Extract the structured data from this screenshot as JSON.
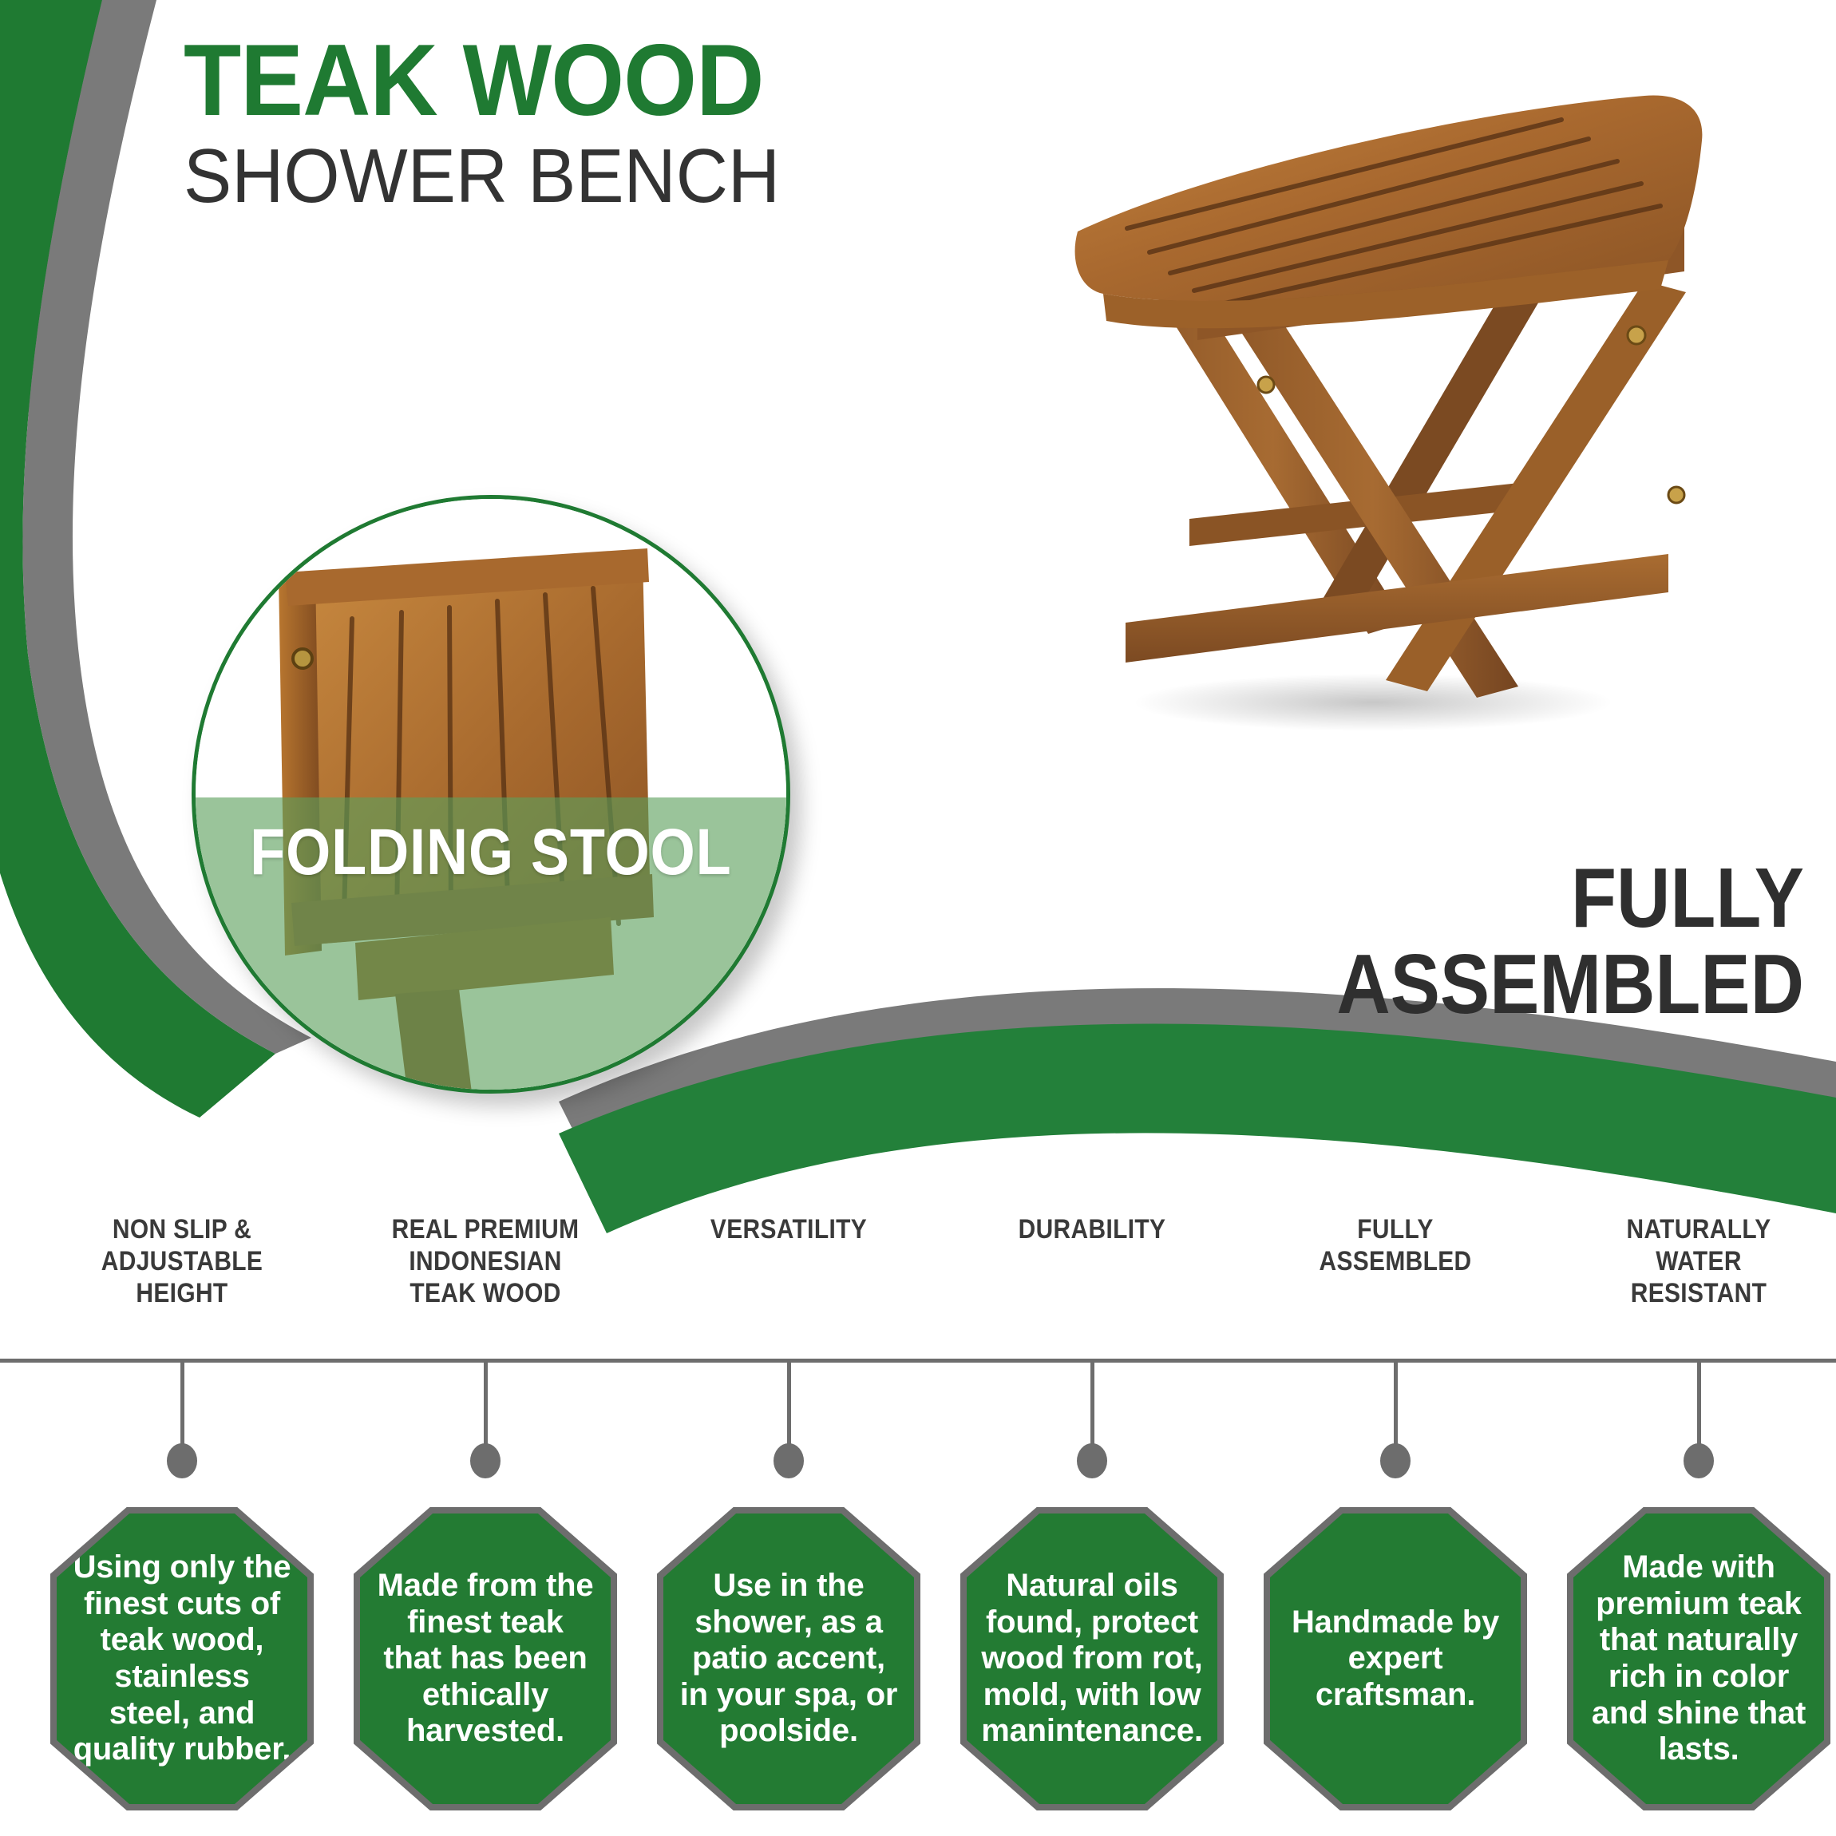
{
  "brand": {
    "green": "#1F7A32",
    "octagon_green": "#237B33",
    "gray": "#6d6d6d",
    "dark_text": "#333333",
    "band_green": "rgba(92,160,92,0.62)"
  },
  "headline": {
    "line1": "TEAK WOOD",
    "line2": "SHOWER BENCH"
  },
  "callout": {
    "label": "FOLDING STOOL",
    "image_alt": "folded-teak-stool-photo"
  },
  "hero": {
    "image_alt": "teak-folding-shower-bench-photo"
  },
  "badge": {
    "line1": "FULLY",
    "line2": "ASSEMBLED"
  },
  "features": [
    {
      "title": "NON SLIP &\nADJUSTABLE\nHEIGHT",
      "title_lines": [
        "NON SLIP &",
        "ADJUSTABLE",
        "HEIGHT"
      ],
      "description": "Using only the finest cuts of teak wood, stainless steel, and quality rubber."
    },
    {
      "title": "REAL PREMIUM\nINDONESIAN\nTEAK WOOD",
      "title_lines": [
        "REAL PREMIUM",
        "INDONESIAN",
        "TEAK WOOD"
      ],
      "description": "Made from the finest teak that has been ethically harvested."
    },
    {
      "title": "VERSATILITY",
      "title_lines": [
        "VERSATILITY"
      ],
      "description": "Use in the shower, as a patio accent, in your spa, or poolside."
    },
    {
      "title": "DURABILITY",
      "title_lines": [
        "DURABILITY"
      ],
      "description": "Natural oils found, protect wood from rot, mold, with low manintenance."
    },
    {
      "title": "FULLY\nASSEMBLED",
      "title_lines": [
        "FULLY",
        "ASSEMBLED"
      ],
      "description": "Handmade by expert craftsman."
    },
    {
      "title": "NATURALLY\nWATER\nRESISTANT",
      "title_lines": [
        "NATURALLY",
        "WATER",
        "RESISTANT"
      ],
      "description": "Made with premium teak that naturally rich in color and shine that lasts."
    }
  ]
}
